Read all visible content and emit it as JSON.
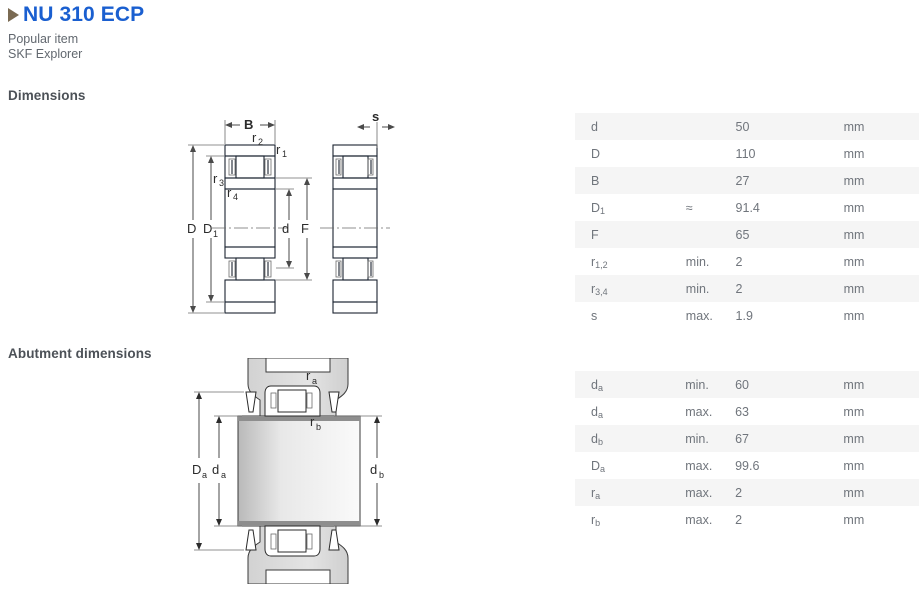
{
  "header": {
    "marker_icon": "triangle-right-icon",
    "title": "NU 310 ECP",
    "subtitle_lines": [
      "Popular item",
      "SKF Explorer"
    ]
  },
  "sections": {
    "dimensions_heading": "Dimensions",
    "abutment_heading": "Abutment dimensions"
  },
  "colors": {
    "title_blue": "#1a5fd0",
    "marker_brown": "#7a6a52",
    "band_gray": "#f5f5f5",
    "text_gray": "#70757c",
    "bearing_fill": "#c6d4ea",
    "bearing_stroke": "#1b2430"
  },
  "dimensions_table": {
    "unit": "mm",
    "rows": [
      {
        "symbol": "d",
        "sub": "",
        "qualifier": "",
        "value": "50",
        "unit": "mm"
      },
      {
        "symbol": "D",
        "sub": "",
        "qualifier": "",
        "value": "110",
        "unit": "mm"
      },
      {
        "symbol": "B",
        "sub": "",
        "qualifier": "",
        "value": "27",
        "unit": "mm"
      },
      {
        "symbol": "D",
        "sub": "1",
        "qualifier": "≈",
        "value": "91.4",
        "unit": "mm"
      },
      {
        "symbol": "F",
        "sub": "",
        "qualifier": "",
        "value": "65",
        "unit": "mm"
      },
      {
        "symbol": "r",
        "sub": "1,2",
        "qualifier": "min.",
        "value": "2",
        "unit": "mm"
      },
      {
        "symbol": "r",
        "sub": "3,4",
        "qualifier": "min.",
        "value": "2",
        "unit": "mm"
      },
      {
        "symbol": "s",
        "sub": "",
        "qualifier": "max.",
        "value": "1.9",
        "unit": "mm"
      }
    ]
  },
  "abutment_table": {
    "unit": "mm",
    "rows": [
      {
        "symbol": "d",
        "sub": "a",
        "qualifier": "min.",
        "value": "60",
        "unit": "mm"
      },
      {
        "symbol": "d",
        "sub": "a",
        "qualifier": "max.",
        "value": "63",
        "unit": "mm"
      },
      {
        "symbol": "d",
        "sub": "b",
        "qualifier": "min.",
        "value": "67",
        "unit": "mm"
      },
      {
        "symbol": "D",
        "sub": "a",
        "qualifier": "max.",
        "value": "99.6",
        "unit": "mm"
      },
      {
        "symbol": "r",
        "sub": "a",
        "qualifier": "max.",
        "value": "2",
        "unit": "mm"
      },
      {
        "symbol": "r",
        "sub": "b",
        "qualifier": "max.",
        "value": "2",
        "unit": "mm"
      }
    ]
  },
  "dimensions_drawing": {
    "labels": {
      "B": "B",
      "s": "s",
      "D": "D",
      "D1_base": "D",
      "D1_sub": "1",
      "d": "d",
      "F": "F",
      "r1_base": "r",
      "r1_sub": "1",
      "r2_base": "r",
      "r2_sub": "2",
      "r3_base": "r",
      "r3_sub": "3",
      "r4_base": "r",
      "r4_sub": "4"
    }
  },
  "abutment_drawing": {
    "labels": {
      "Da_base": "D",
      "Da_sub": "a",
      "da_base": "d",
      "da_sub": "a",
      "db_base": "d",
      "db_sub": "b",
      "ra_base": "r",
      "ra_sub": "a",
      "rb_base": "r",
      "rb_sub": "b"
    }
  }
}
